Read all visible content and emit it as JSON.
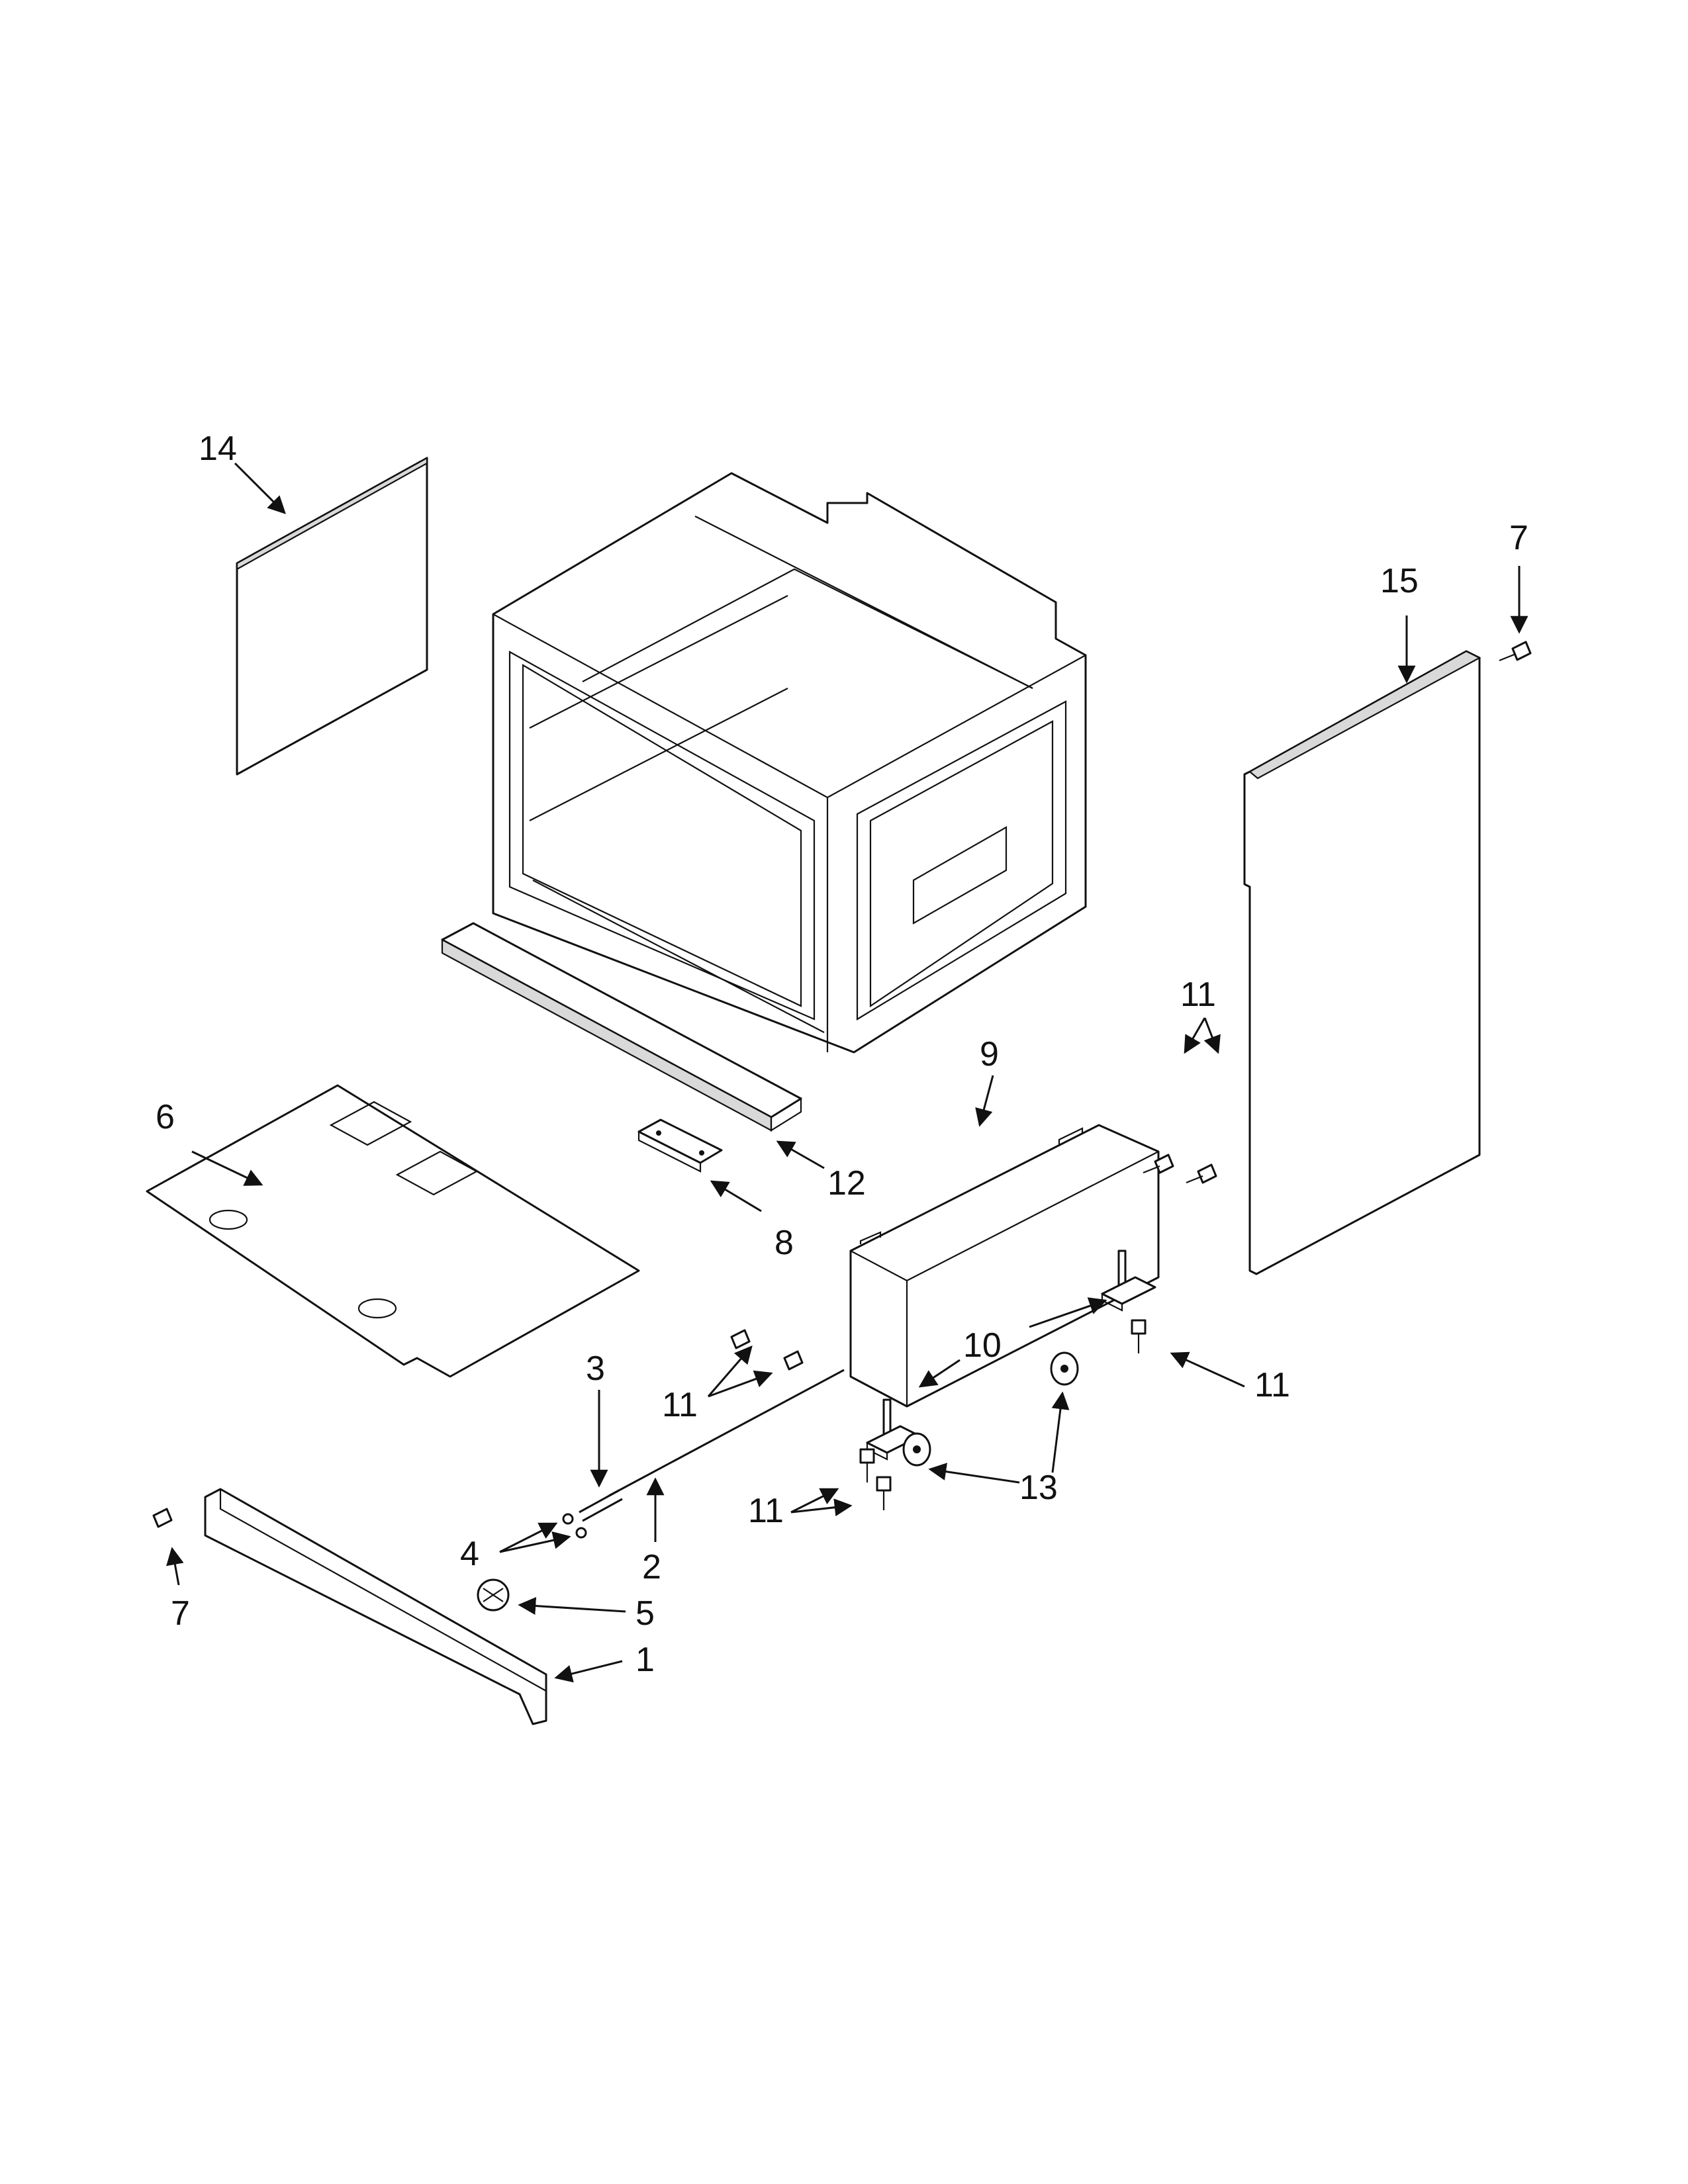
{
  "callouts": {
    "c1": "1",
    "c2": "2",
    "c3": "3",
    "c4": "4",
    "c5": "5",
    "c6": "6",
    "c7a": "7",
    "c7b": "7",
    "c8": "8",
    "c9": "9",
    "c10": "10",
    "c11a": "11",
    "c11b": "11",
    "c11c": "11",
    "c11d": "11",
    "c12": "12",
    "c13": "13",
    "c14": "14",
    "c15": "15"
  },
  "colors": {
    "line": "#111111",
    "background": "#ffffff",
    "shade": "#d9d9d9"
  }
}
